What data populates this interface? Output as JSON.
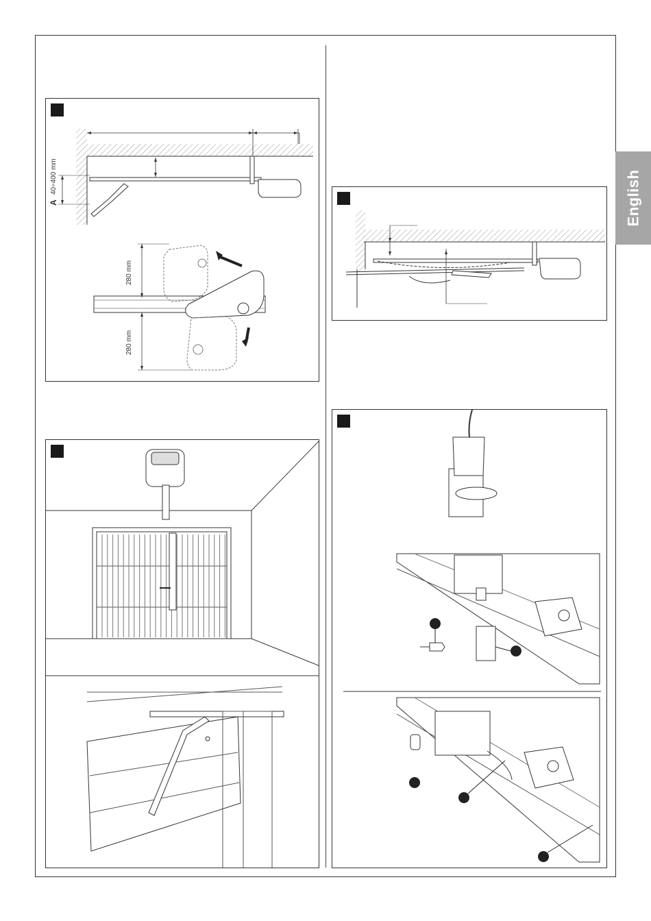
{
  "sidebar_tab": {
    "language": "English"
  },
  "figure_top_left": {
    "label_a": "A",
    "label_range": "40÷400 mm",
    "label_upper_offset": "280 mm",
    "label_lower_offset": "280 mm"
  },
  "colors": {
    "hatch": "#999999",
    "line": "#333333",
    "tab": "#a6a6a6",
    "marker": "#1a1a1a"
  }
}
